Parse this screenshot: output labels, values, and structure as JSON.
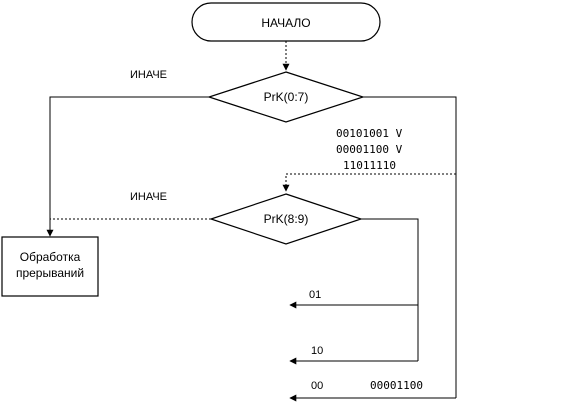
{
  "nodes": {
    "start": "НАЧАЛО",
    "decision1": "PrK(0:7)",
    "decision2": "PrK(8:9)",
    "process": [
      "Обработка",
      "прерываний"
    ]
  },
  "labels": {
    "else1": "ИНАЧЕ",
    "else2": "ИНАЧЕ",
    "cond_lines": [
      "00101001 V",
      "00001100 V",
      "11011110"
    ],
    "branch_01": "01",
    "branch_10": "10",
    "branch_00": "00",
    "code_00": "00001100"
  }
}
